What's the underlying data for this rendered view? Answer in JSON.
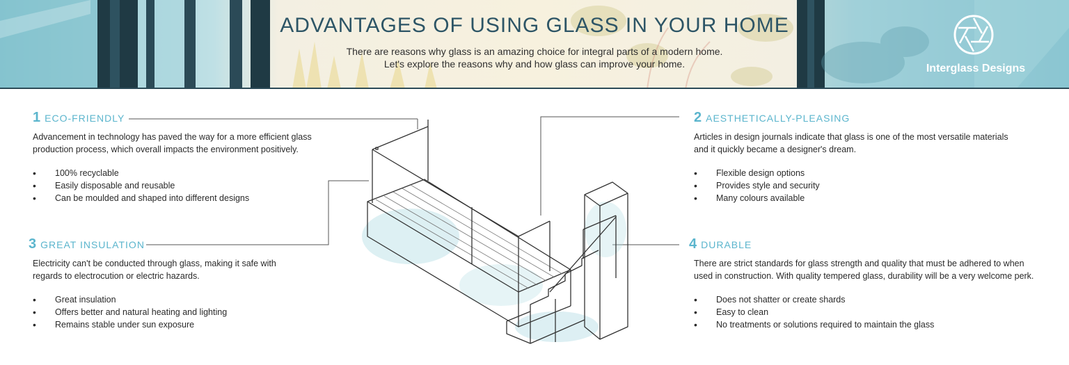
{
  "header": {
    "title": "ADVANTAGES OF USING GLASS IN YOUR HOME",
    "subtitle_line1": "There are reasons why glass is an amazing choice for integral parts of a modern home.",
    "subtitle_line2": "Let's explore the reasons why and how glass can improve your home."
  },
  "brand": {
    "name": "Interglass Designs",
    "logo_icon": "camera-aperture-icon"
  },
  "sections": [
    {
      "number": "1",
      "title": "ECO-FRIENDLY",
      "paragraph_line1": "Advancement in technology has paved the way for a more efficient glass",
      "paragraph_line2": "production process, which overall impacts the environment positively.",
      "bullets": [
        "100% recyclable",
        "Easily disposable and reusable",
        "Can be moulded and shaped into different designs"
      ]
    },
    {
      "number": "2",
      "title": "AESTHETICALLY-PLEASING",
      "paragraph_line1": "Articles in design journals indicate that glass is one of the most versatile materials",
      "paragraph_line2": "and it quickly became a designer's dream.",
      "bullets": [
        "Flexible design options",
        "Provides style and security",
        "Many colours available"
      ]
    },
    {
      "number": "3",
      "title": "GREAT INSULATION",
      "paragraph_line1": "Electricity can't be conducted through glass, making it safe with",
      "paragraph_line2": "regards to electrocution or electric hazards.",
      "bullets": [
        "Great insulation",
        "Offers better and natural heating and lighting",
        "Remains stable under sun exposure"
      ]
    },
    {
      "number": "4",
      "title": "DURABLE",
      "paragraph_line1": "There are strict standards for glass strength and quality that must be adhered to when",
      "paragraph_line2": "used in construction. With quality tempered glass, durability will be a very welcome perk.",
      "bullets": [
        "Does not shatter or create shards",
        "Easy to clean",
        "No treatments or solutions required to maintain the glass"
      ]
    }
  ],
  "colors": {
    "accent": "#5bb5cd",
    "title": "#2d5566",
    "banner_teal": "#8fc9d4",
    "banner_dark": "#1f3a44"
  }
}
